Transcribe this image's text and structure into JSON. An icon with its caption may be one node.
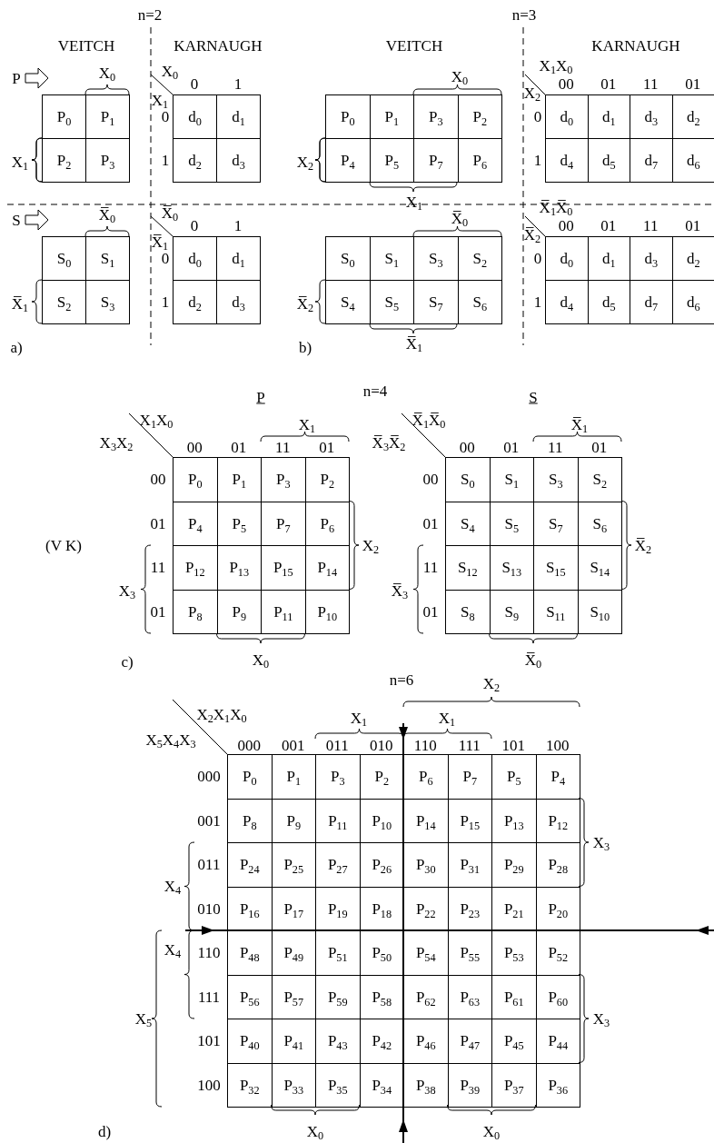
{
  "diagram": {
    "labels": [
      "n=2",
      "n=3",
      "VEITCH",
      "KARNAUGH",
      "VEITCH",
      "KARNAUGH",
      "P",
      "X$_{0}$",
      "X$_{1}$",
      "P$_{0}$",
      "P$_{1}$",
      "P$_{2}$",
      "P$_{3}$",
      "X$_{0}$",
      "X$_{1}$",
      "0",
      "1",
      "0",
      "1",
      "d$_{0}$",
      "d$_{1}$",
      "d$_{2}$",
      "d$_{3}$",
      "X$_{0}$",
      "X$_{2}$",
      "X$_{1}$",
      "P$_{0}$",
      "P$_{1}$",
      "P$_{3}$",
      "P$_{2}$",
      "P$_{4}$",
      "P$_{5}$",
      "P$_{7}$",
      "P$_{6}$",
      "X$_{1}$X$_{0}$",
      "X$_{2}$",
      "00",
      "01",
      "11",
      "01",
      "0",
      "1",
      "d$_{0}$",
      "d$_{1}$",
      "d$_{3}$",
      "d$_{2}$",
      "d$_{4}$",
      "d$_{5}$",
      "d$_{7}$",
      "d$_{6}$",
      "S",
      "X̅$_{0}$",
      "X̅$_{1}$",
      "S$_{0}$",
      "S$_{1}$",
      "S$_{2}$",
      "S$_{3}$",
      "X̅$_{0}$",
      "X̅$_{1}$",
      "0",
      "1",
      "0",
      "1",
      "d$_{0}$",
      "d$_{1}$",
      "d$_{2}$",
      "d$_{3}$",
      "X̅$_{0}$",
      "X̅$_{2}$",
      "X̅$_{1}$",
      "S$_{0}$",
      "S$_{1}$",
      "S$_{3}$",
      "S$_{2}$",
      "S$_{4}$",
      "S$_{5}$",
      "S$_{7}$",
      "S$_{6}$",
      "X̅$_{1}$X̅$_{0}$",
      "X̅$_{2}$",
      "00",
      "01",
      "11",
      "01",
      "0",
      "1",
      "d$_{0}$",
      "d$_{1}$",
      "d$_{3}$",
      "d$_{2}$",
      "d$_{4}$",
      "d$_{5}$",
      "d$_{7}$",
      "d$_{6}$",
      "a)",
      "b)",
      "n=4",
      "(V K)",
      "P",
      "X$_{1}$X$_{0}$",
      "X$_{3}$X$_{2}$",
      "X$_{1}$",
      "00",
      "01",
      "11",
      "01",
      "00",
      "01",
      "11",
      "01",
      "X$_{2}$",
      "X$_{3}$",
      "X$_{0}$",
      "P$_{0}$",
      "P$_{1}$",
      "P$_{3}$",
      "P$_{2}$",
      "P$_{4}$",
      "P$_{5}$",
      "P$_{7}$",
      "P$_{6}$",
      "P$_{12}$",
      "P$_{13}$",
      "P$_{15}$",
      "P$_{14}$",
      "P$_{8}$",
      "P$_{9}$",
      "P$_{11}$",
      "P$_{10}$",
      "S",
      "X̅$_{1}$X̅$_{0}$",
      "X̅$_{3}$X̅$_{2}$",
      "X̅$_{1}$",
      "00",
      "01",
      "11",
      "01",
      "00",
      "01",
      "11",
      "01",
      "X̅$_{2}$",
      "X̅$_{3}$",
      "X̅$_{0}$",
      "S$_{0}$",
      "S$_{1}$",
      "S$_{3}$",
      "S$_{2}$",
      "S$_{4}$",
      "S$_{5}$",
      "S$_{7}$",
      "S$_{6}$",
      "S$_{12}$",
      "S$_{13}$",
      "S$_{15}$",
      "S$_{14}$",
      "S$_{8}$",
      "S$_{9}$",
      "S$_{11}$",
      "S$_{10}$",
      "c)",
      "n=6",
      "X$_{2}$X$_{1}$X$_{0}$",
      "X$_{5}$X$_{4}$X$_{3}$",
      "X$_{2}$",
      "X$_{1}$",
      "X$_{1}$",
      "000",
      "001",
      "011",
      "010",
      "110",
      "111",
      "101",
      "100",
      "000",
      "001",
      "011",
      "010",
      "110",
      "111",
      "101",
      "100",
      "X$_{3}$",
      "X$_{3}$",
      "X$_{4}$",
      "X$_{4}$",
      "X$_{5}$",
      "X$_{0}$",
      "X$_{0}$",
      "P$_{0}$",
      "P$_{1}$",
      "P$_{3}$",
      "P$_{2}$",
      "P$_{6}$",
      "P$_{7}$",
      "P$_{5}$",
      "P$_{4}$",
      "P$_{8}$",
      "P$_{9}$",
      "P$_{11}$",
      "P$_{10}$",
      "P$_{14}$",
      "P$_{15}$",
      "P$_{13}$",
      "P$_{12}$",
      "P$_{24}$",
      "P$_{25}$",
      "P$_{27}$",
      "P$_{26}$",
      "P$_{30}$",
      "P$_{31}$",
      "P$_{29}$",
      "P$_{28}$",
      "P$_{16}$",
      "P$_{17}$",
      "P$_{19}$",
      "P$_{18}$",
      "P$_{22}$",
      "P$_{23}$",
      "P$_{21}$",
      "P$_{20}$",
      "P$_{48}$",
      "P$_{49}$",
      "P$_{51}$",
      "P$_{50}$",
      "P$_{54}$",
      "P$_{55}$",
      "P$_{53}$",
      "P$_{52}$",
      "P$_{56}$",
      "P$_{57}$",
      "P$_{59}$",
      "P$_{58}$",
      "P$_{62}$",
      "P$_{63}$",
      "P$_{61}$",
      "P$_{60}$",
      "P$_{40}$",
      "P$_{41}$",
      "P$_{43}$",
      "P$_{42}$",
      "P$_{46}$",
      "P$_{47}$",
      "P$_{45}$",
      "P$_{44}$",
      "P$_{32}$",
      "P$_{33}$",
      "P$_{35}$",
      "P$_{34}$",
      "P$_{38}$",
      "P$_{39}$",
      "P$_{37}$",
      "P$_{36}$",
      "d)"
    ]
  }
}
